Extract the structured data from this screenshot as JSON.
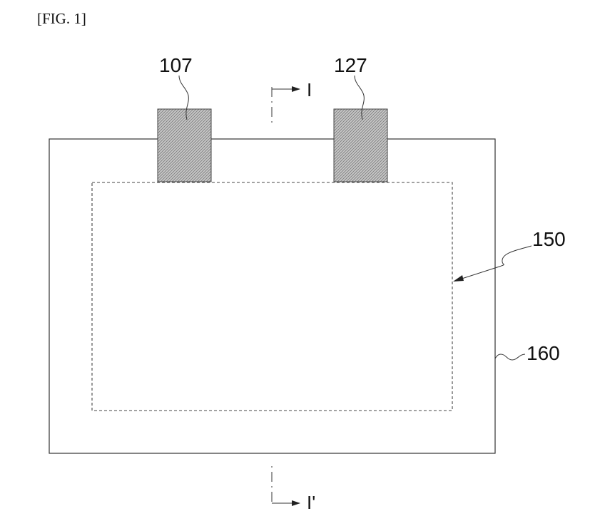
{
  "figure": {
    "label": "[FIG. 1]"
  },
  "labels": {
    "tab_left": "107",
    "tab_right": "127",
    "electrode_assembly": "150",
    "pouch_case": "160"
  },
  "section_line": {
    "top_label": "I",
    "bottom_label": "I'"
  }
}
